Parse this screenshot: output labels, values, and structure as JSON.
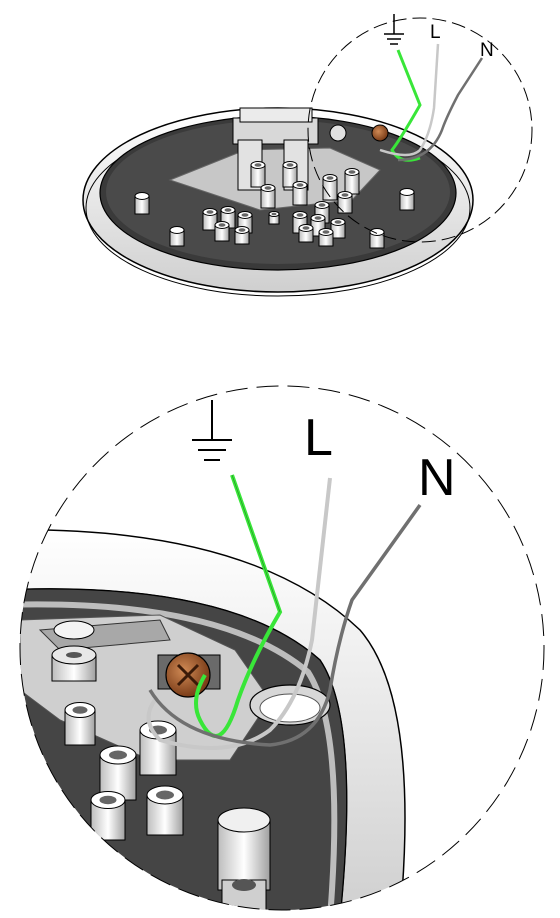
{
  "diagram": {
    "overview": {
      "labels": {
        "earth": "⏚",
        "live": "L",
        "neutral": "N"
      }
    },
    "detail": {
      "labels": {
        "earth": "⏚",
        "live": "L",
        "neutral": "N"
      }
    },
    "colors": {
      "earth_wire": "#39e639",
      "live_wire": "#c8c8c8",
      "neutral_wire": "#707070",
      "terminal_block": "#a35a2a",
      "housing_base": "#3a3a3a",
      "housing_rim": "#f2f2f2"
    },
    "icons": [
      "earth-symbol-icon",
      "screw-terminal-icon",
      "cable-entry-icon"
    ]
  }
}
